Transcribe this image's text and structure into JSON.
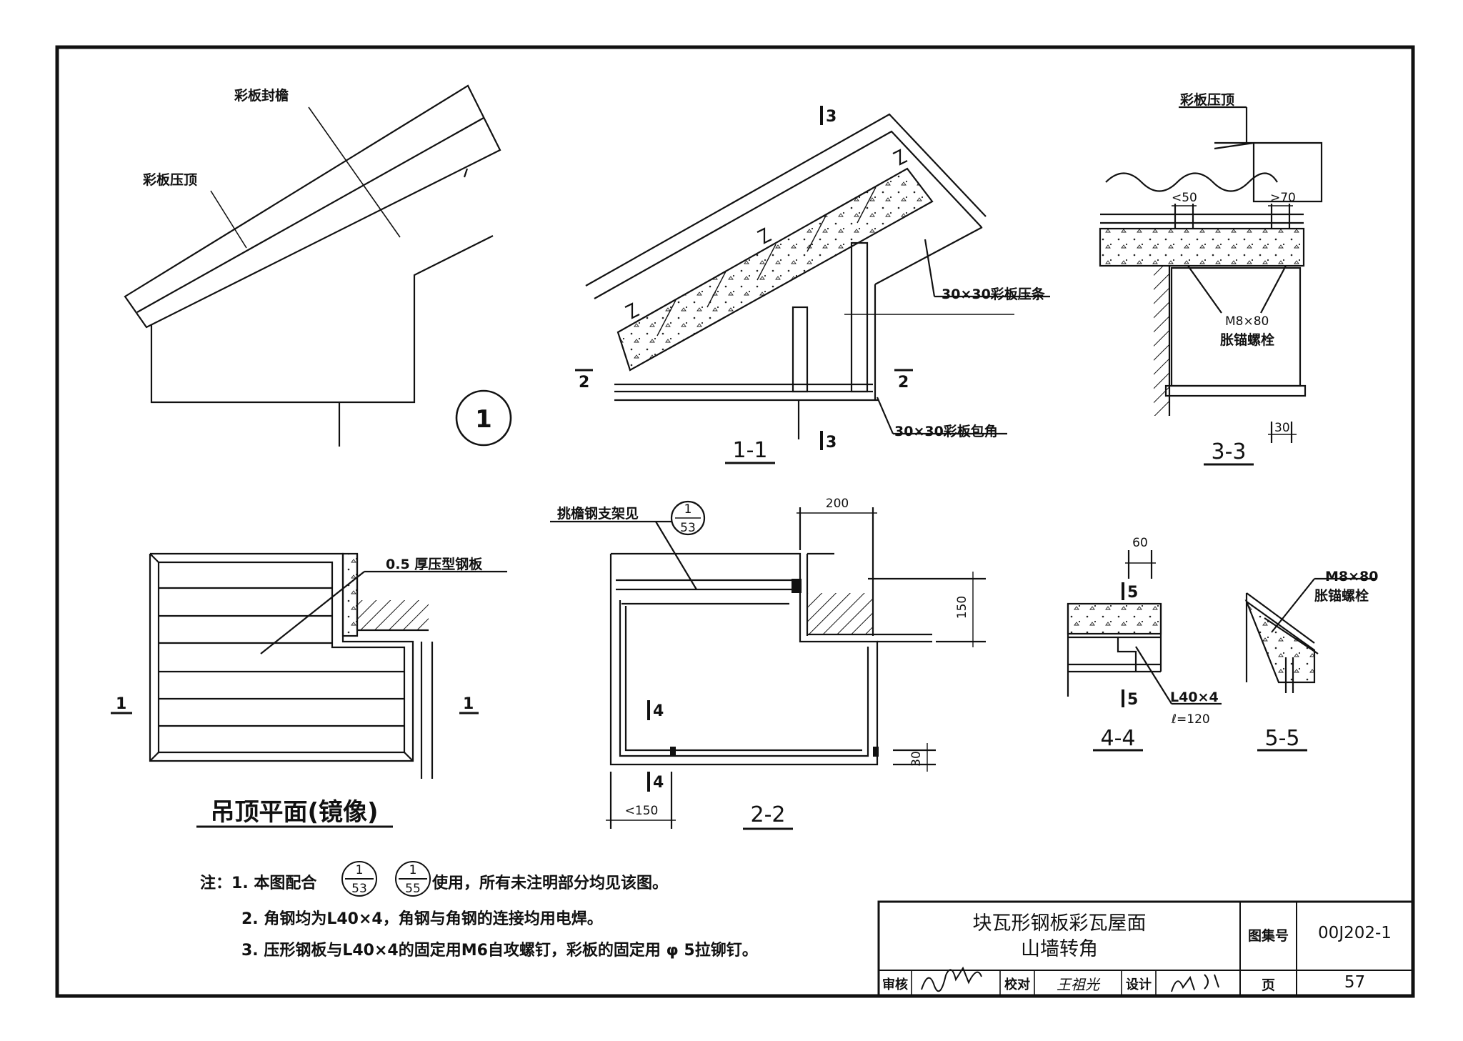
{
  "detail_index": "1",
  "view1": {
    "label_eave": "彩板封檐",
    "label_cap": "彩板压顶"
  },
  "section_1_1": {
    "title": "1-1",
    "cut_marks": [
      "3",
      "3",
      "2",
      "2"
    ],
    "label_strip": "30×30彩板压条",
    "label_corner": "30×30彩板包角"
  },
  "section_3_3": {
    "title": "3-3",
    "label_cap": "彩板压顶",
    "dim_left": "<50",
    "dim_right": ">70",
    "label_bolt": "M8×80",
    "label_bolt2": "胀锚螺栓",
    "dim_bottom": "30"
  },
  "ceiling_plan": {
    "title": "吊顶平面(镜像)",
    "label_sheet": "0.5 厚压型钢板",
    "cut_marks": [
      "1",
      "1"
    ]
  },
  "section_2_2": {
    "title": "2-2",
    "label_bracket": "挑檐钢支架见",
    "ref_num": "1",
    "ref_den": "53",
    "dim_top": "200",
    "dim_right": "150",
    "dim_bottom": "<150",
    "dim_small": "30",
    "cut_marks": [
      "4",
      "4"
    ]
  },
  "section_4_4": {
    "title": "4-4",
    "dim_top": "60",
    "label_angle": "L40×4",
    "label_length": "ℓ=120",
    "cut_marks": [
      "5",
      "5"
    ]
  },
  "section_5_5": {
    "title": "5-5",
    "label_bolt": "M8×80",
    "label_bolt2": "胀锚螺栓"
  },
  "notes": {
    "prefix": "注：",
    "line1_a": "1. 本图配合",
    "ref1_num": "1",
    "ref1_den": "53",
    "ref2_num": "1",
    "ref2_den": "55",
    "line1_b": "使用，所有未注明部分均见该图。",
    "line2": "2. 角钢均为L40×4，角钢与角钢的连接均用电焊。",
    "line3": "3. 压形钢板与L40×4的固定用M6自攻螺钉，彩板的固定用 φ 5拉铆钉。"
  },
  "title_block": {
    "title_line1": "块瓦形钢板彩瓦屋面",
    "title_line2": "山墙转角",
    "atlas_label": "图集号",
    "atlas_no": "00J202-1",
    "review_label": "审核",
    "check_label": "校对",
    "checker": "王祖光",
    "design_label": "设计",
    "page_label": "页",
    "page_no": "57"
  }
}
